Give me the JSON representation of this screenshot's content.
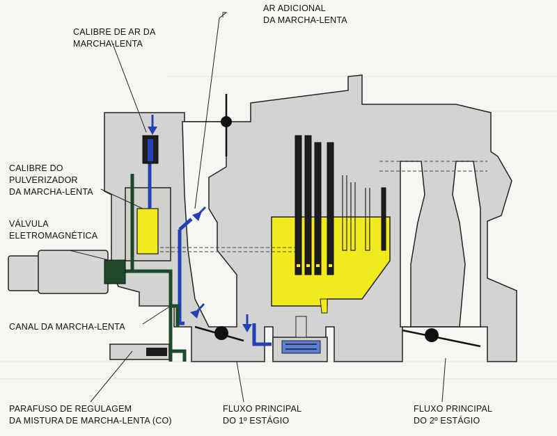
{
  "labels": {
    "calibre_ar": [
      "CALIBRE DE AR DA",
      "MARCHA-LENTA"
    ],
    "ar_adicional": [
      "AR ADICIONAL",
      "DA MARCHA-LENTA"
    ],
    "calibre_pulverizador": [
      "CALIBRE DO",
      "PULVERIZADOR",
      "DA MARCHA-LENTA"
    ],
    "valvula": [
      "VÁLVULA",
      "ELETROMAGNÉTICA"
    ],
    "canal": "CANAL DA MARCHA-LENTA",
    "parafuso": [
      "PARAFUSO DE REGULAGEM",
      "DA MISTURA DE MARCHA-LENTA (CO)"
    ],
    "fluxo_1": [
      "FLUXO PRINCIPAL",
      "DO 1º ESTÁGIO"
    ],
    "fluxo_2": [
      "FLUXO PRINCIPAL",
      "DO 2º ESTÁGIO"
    ]
  },
  "colors": {
    "body": "#d3d3d1",
    "outline": "#222222",
    "fuel": "#f2ea1c",
    "idle_air": "#2340b8",
    "idle_channel": "#1f4a2a",
    "jets": "#1c1c1c",
    "background": "#f7f6f2"
  }
}
